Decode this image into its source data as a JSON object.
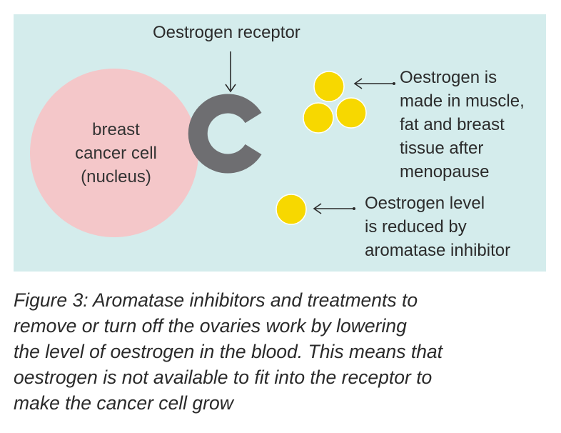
{
  "diagram": {
    "cell_label_lines": [
      "breast",
      "cancer cell",
      "(nucleus)"
    ],
    "receptor_label": "Oestrogen receptor",
    "oestrogen_made_lines": [
      "Oestrogen is",
      "made in muscle,",
      "fat and breast",
      "tissue after",
      "menopause"
    ],
    "oestrogen_level_lines": [
      "Oestrogen level",
      "is reduced by",
      "aromatase inhibitor"
    ],
    "colors": {
      "panel": "#d4ecec",
      "cell": "#f4c7c9",
      "receptor": "#6e6e71",
      "oestrogen": "#f7d800",
      "oestrogen_outline": "#ffffff",
      "arrow": "#2b2b2b"
    }
  },
  "caption_lines": [
    "Figure 3: Aromatase inhibitors and treatments to",
    "remove or turn off the ovaries work by lowering",
    "the level of oestrogen in the blood. This means that",
    "oestrogen is not available to fit into the receptor to",
    "make the cancer cell grow"
  ]
}
